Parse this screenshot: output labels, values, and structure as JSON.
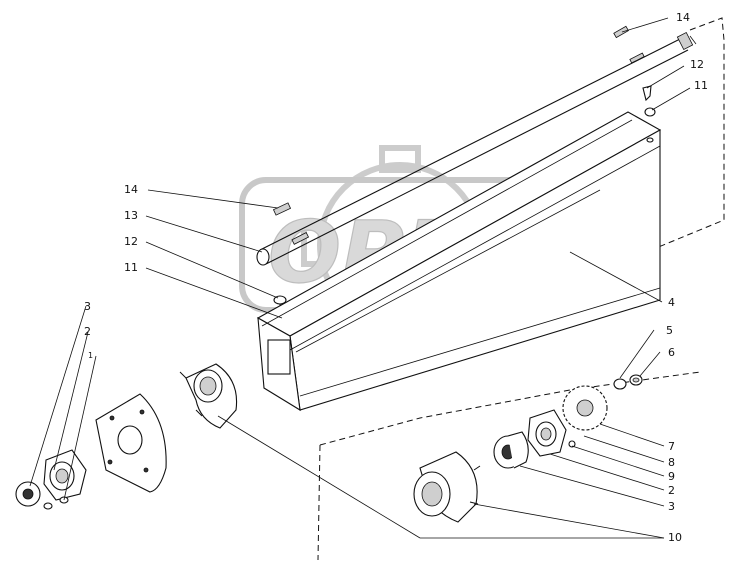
{
  "watermark": {
    "text": "OPEX"
  },
  "labels": {
    "l14_top": "14",
    "l12_top": "12",
    "l11_top": "11",
    "l14_left": "14",
    "l13": "13",
    "l12_left": "12",
    "l11_left": "11",
    "l4": "4",
    "l3_left": "3",
    "l2_left": "2",
    "l1": "1",
    "l5": "5",
    "l6": "6",
    "l7": "7",
    "l8": "8",
    "l9": "9",
    "l3_right": "3",
    "l2_right": "2",
    "l10": "10"
  },
  "colors": {
    "line": "#111111",
    "watermark": "#d9d9d9",
    "shade": "#cfcfcf"
  }
}
